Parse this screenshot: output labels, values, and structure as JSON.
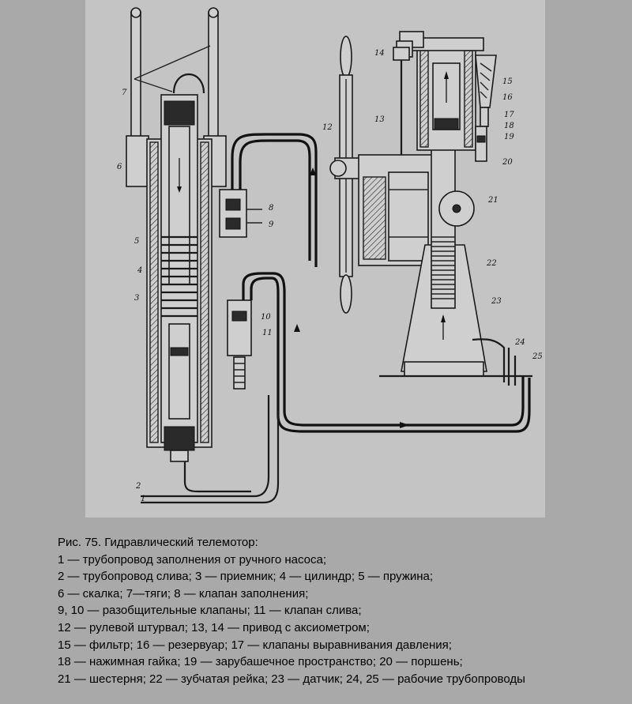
{
  "figure": {
    "labels": [
      "1",
      "2",
      "3",
      "4",
      "5",
      "6",
      "7",
      "8",
      "9",
      "10",
      "11",
      "12",
      "13",
      "14",
      "15",
      "16",
      "17",
      "18",
      "19",
      "20",
      "21",
      "22",
      "23",
      "24",
      "25"
    ]
  },
  "caption": {
    "title": "Рис. 75. Гидравлический телемотор:",
    "lines": [
      "1 — трубопровод заполнения от ручного насоса;",
      "2 — трубопровод слива; 3 — приемник; 4 — цилиндр; 5 — пружина;",
      "6 — скалка; 7—тяги; 8 — клапан заполнения;",
      "9, 10 — разобщительные клапаны; 11 — клапан слива;",
      "12 — рулевой штурвал; 13, 14 — привод с аксиометром;",
      "15 — фильтр; 16 — резервуар; 17 — клапаны выравнивания давления;",
      "18 — нажимная гайка; 19 — зарубашечное пространство; 20 — поршень;",
      "21 — шестерня; 22 — зубчатая рейка; 23 — датчик; 24, 25 — рабочие трубопроводы"
    ]
  }
}
